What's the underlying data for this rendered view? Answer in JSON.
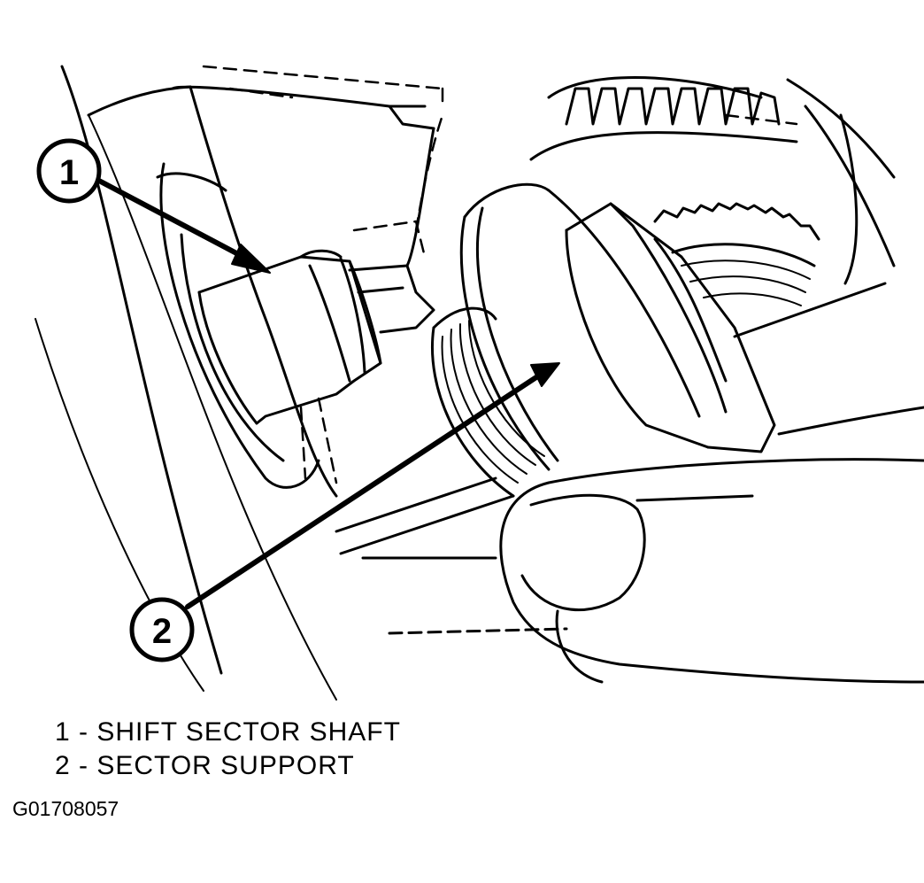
{
  "callouts": [
    {
      "number": "1"
    },
    {
      "number": "2"
    }
  ],
  "legend": [
    {
      "number": "1",
      "separator": " - ",
      "label": "SHIFT SECTOR SHAFT"
    },
    {
      "number": "2",
      "separator": " - ",
      "label": "SECTOR SUPPORT"
    }
  ],
  "figure_code": "G01708057",
  "colors": {
    "ink": "#000000",
    "paper": "#ffffff"
  }
}
